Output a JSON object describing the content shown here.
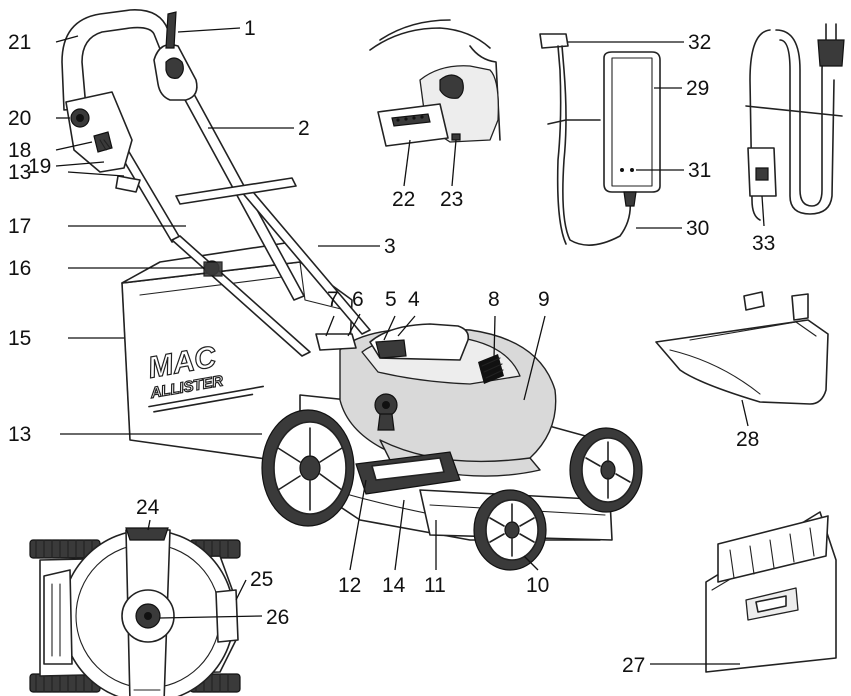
{
  "brand": {
    "line1": "MAC",
    "line2": "ALLISTER"
  },
  "callouts": [
    {
      "id": "c1",
      "text": "1"
    },
    {
      "id": "c2",
      "text": "2"
    },
    {
      "id": "c3",
      "text": "3"
    },
    {
      "id": "c4",
      "text": "4"
    },
    {
      "id": "c5",
      "text": "5"
    },
    {
      "id": "c6",
      "text": "6"
    },
    {
      "id": "c7",
      "text": "7"
    },
    {
      "id": "c8",
      "text": "8"
    },
    {
      "id": "c9",
      "text": "9"
    },
    {
      "id": "c10",
      "text": "10"
    },
    {
      "id": "c11",
      "text": "11"
    },
    {
      "id": "c12",
      "text": "12"
    },
    {
      "id": "c13a",
      "text": "13"
    },
    {
      "id": "c13b",
      "text": "13"
    },
    {
      "id": "c14",
      "text": "14"
    },
    {
      "id": "c15",
      "text": "15"
    },
    {
      "id": "c16",
      "text": "16"
    },
    {
      "id": "c17",
      "text": "17"
    },
    {
      "id": "c18",
      "text": "18"
    },
    {
      "id": "c19",
      "text": "19"
    },
    {
      "id": "c20",
      "text": "20"
    },
    {
      "id": "c21",
      "text": "21"
    },
    {
      "id": "c22",
      "text": "22"
    },
    {
      "id": "c23",
      "text": "23"
    },
    {
      "id": "c24",
      "text": "24"
    },
    {
      "id": "c25",
      "text": "25"
    },
    {
      "id": "c26",
      "text": "26"
    },
    {
      "id": "c27",
      "text": "27"
    },
    {
      "id": "c28",
      "text": "28"
    },
    {
      "id": "c29",
      "text": "29"
    },
    {
      "id": "c30",
      "text": "30"
    },
    {
      "id": "c31",
      "text": "31"
    },
    {
      "id": "c32",
      "text": "32"
    },
    {
      "id": "c33",
      "text": "33"
    }
  ]
}
